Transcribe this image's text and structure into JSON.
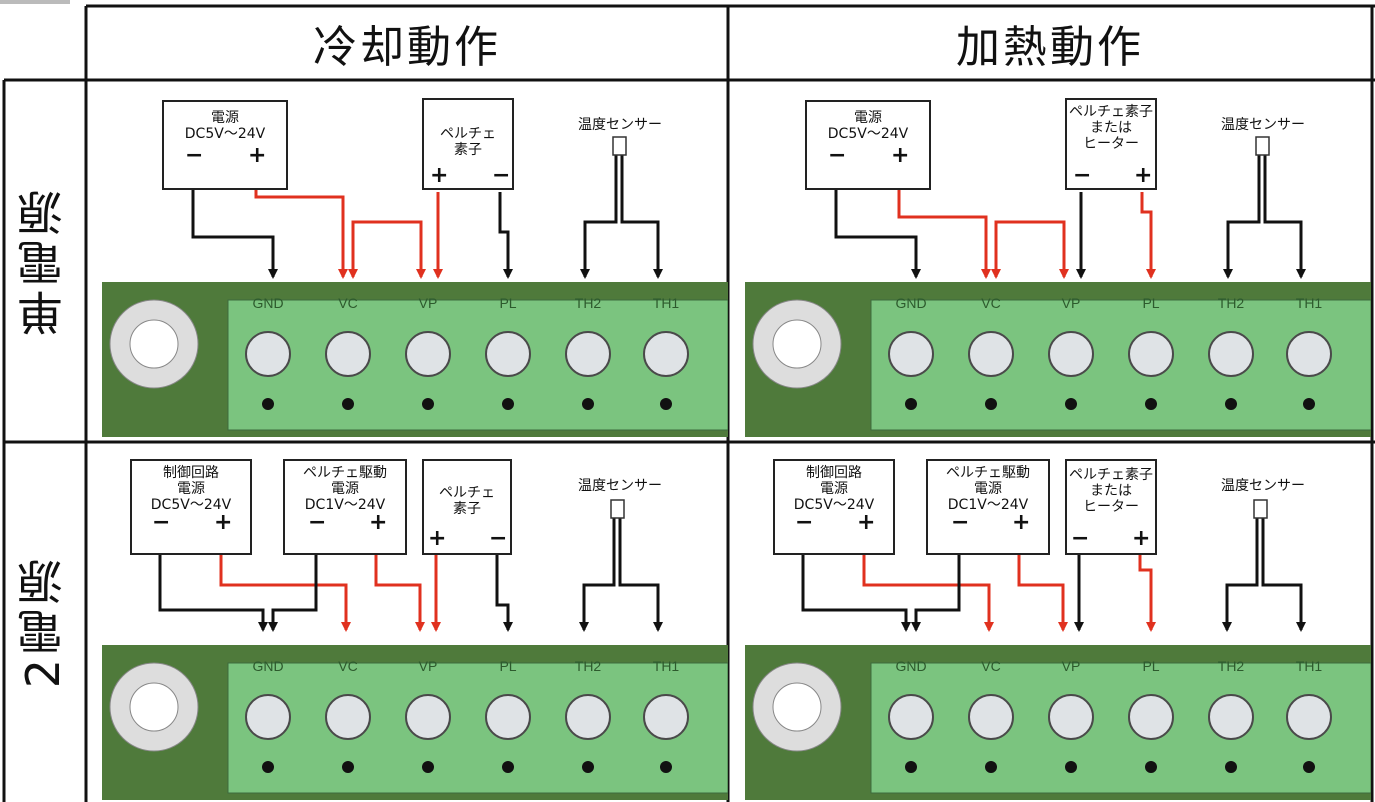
{
  "headers": {
    "cooling": "冷却動作",
    "heating": "加熱動作"
  },
  "rows": {
    "single": "単電源",
    "dual": "2電源"
  },
  "labels": {
    "power": [
      "電源",
      "DC5V～24V"
    ],
    "control_power": [
      "制御回路",
      "電源",
      "DC5V～24V"
    ],
    "peltier_power": [
      "ペルチェ駆動",
      "電源",
      "DC1V～24V"
    ],
    "peltier": [
      "ペルチェ",
      "素子"
    ],
    "peltier_or_heater": [
      "ペルチェ素子",
      "または",
      "ヒーター"
    ],
    "sensor": "温度センサー",
    "minus": "−",
    "plus": "+"
  },
  "terminals": [
    "GND",
    "VC",
    "VP",
    "PL",
    "TH2",
    "TH1"
  ],
  "colors": {
    "wire_red": "#e0311f",
    "wire_black": "#111111",
    "terminal_green": "#7bc47f",
    "pcb_green": "#4f7a3b"
  }
}
